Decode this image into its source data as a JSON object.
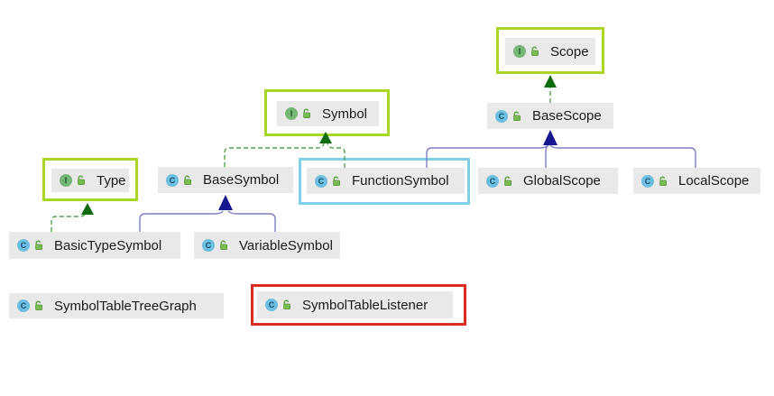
{
  "diagram": {
    "kind_of_view": "UML class diagram",
    "nodes": {
      "scope": {
        "label": "Scope",
        "kind": "interface",
        "highlight": "green-selection"
      },
      "base_scope": {
        "label": "BaseScope",
        "kind": "class",
        "highlight": "none"
      },
      "symbol": {
        "label": "Symbol",
        "kind": "interface",
        "highlight": "green-selection"
      },
      "type": {
        "label": "Type",
        "kind": "interface",
        "highlight": "green-selection"
      },
      "base_symbol": {
        "label": "BaseSymbol",
        "kind": "class",
        "highlight": "none"
      },
      "function_symbol": {
        "label": "FunctionSymbol",
        "kind": "class",
        "highlight": "cyan-selection"
      },
      "global_scope": {
        "label": "GlobalScope",
        "kind": "class",
        "highlight": "none"
      },
      "local_scope": {
        "label": "LocalScope",
        "kind": "class",
        "highlight": "none"
      },
      "basic_type_symbol": {
        "label": "BasicTypeSymbol",
        "kind": "class",
        "highlight": "none"
      },
      "variable_symbol": {
        "label": "VariableSymbol",
        "kind": "class",
        "highlight": "none"
      },
      "symbol_table_tree_graph": {
        "label": "SymbolTableTreeGraph",
        "kind": "class",
        "highlight": "none"
      },
      "symbol_table_listener": {
        "label": "SymbolTableListener",
        "kind": "class",
        "highlight": "red-selection"
      }
    },
    "edges": [
      {
        "from": "BaseScope",
        "to": "Scope",
        "type": "implements"
      },
      {
        "from": "BaseSymbol",
        "to": "Symbol",
        "type": "implements"
      },
      {
        "from": "FunctionSymbol",
        "to": "Symbol",
        "type": "implements"
      },
      {
        "from": "BasicTypeSymbol",
        "to": "Type",
        "type": "implements"
      },
      {
        "from": "FunctionSymbol",
        "to": "BaseScope",
        "type": "extends"
      },
      {
        "from": "GlobalScope",
        "to": "BaseScope",
        "type": "extends"
      },
      {
        "from": "LocalScope",
        "to": "BaseScope",
        "type": "extends"
      },
      {
        "from": "BasicTypeSymbol",
        "to": "BaseSymbol",
        "type": "extends"
      },
      {
        "from": "VariableSymbol",
        "to": "BaseSymbol",
        "type": "extends"
      }
    ],
    "icons": {
      "class_badge": "C",
      "interface_badge": "I",
      "modifier": "unlocked-padlock-icon"
    },
    "colors": {
      "node_background": "#E9E9E9",
      "selection_green": "#A9D622",
      "selection_cyan": "#7FD0E8",
      "selection_red": "#DC2B20",
      "implements_line": "#4FA44F",
      "implements_arrow": "#0E6B0E",
      "extends_line": "#7B7FC4",
      "extends_arrow": "#17178F",
      "class_icon": "#6EBEDF",
      "interface_icon": "#74B674",
      "lock_icon": "#79BC52"
    }
  }
}
